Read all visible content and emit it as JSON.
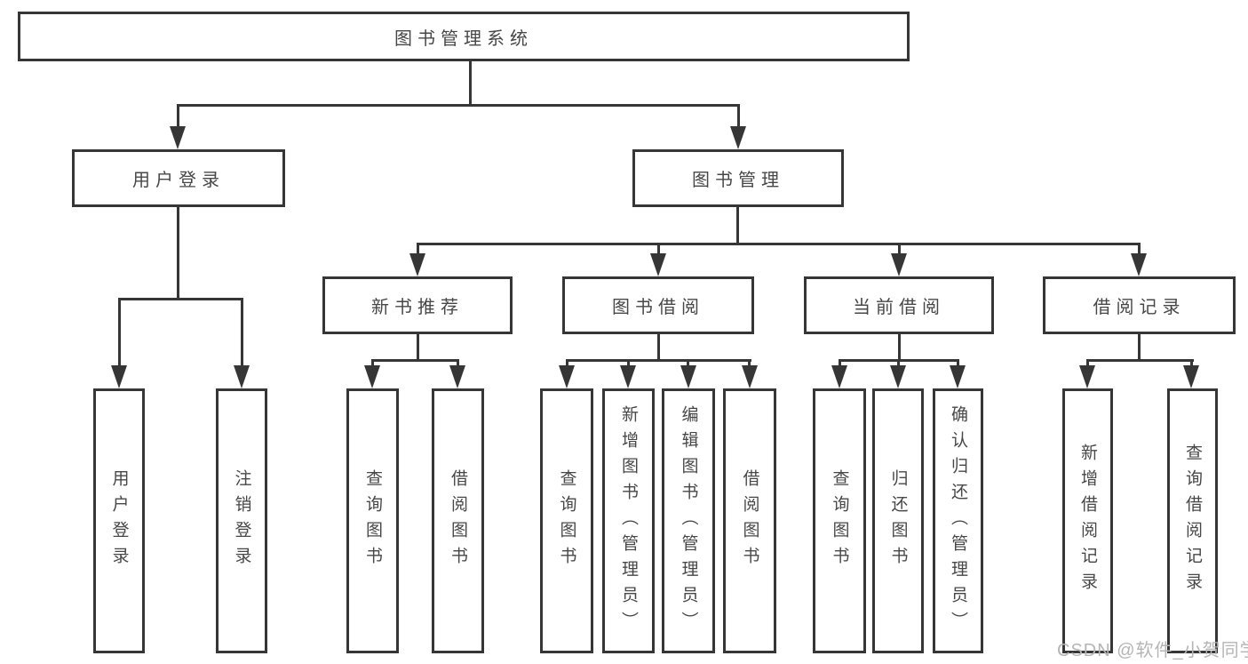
{
  "diagram": {
    "root": {
      "label": "图书管理系统"
    },
    "level2": [
      {
        "label": "用户登录"
      },
      {
        "label": "图书管理"
      }
    ],
    "level3": [
      {
        "label": "新书推荐"
      },
      {
        "label": "图书借阅"
      },
      {
        "label": "当前借阅"
      },
      {
        "label": "借阅记录"
      }
    ],
    "leaves": {
      "user_login": [
        "用户登录",
        "注销登录"
      ],
      "new_books": [
        "查询图书",
        "借阅图书"
      ],
      "borrow": [
        "查询图书",
        "新增图书（管理员）",
        "编辑图书（管理员）",
        "借阅图书"
      ],
      "current": [
        "查询图书",
        "归还图书",
        "确认归还（管理员）"
      ],
      "records": [
        "新增借阅记录",
        "查询借阅记录"
      ]
    }
  },
  "watermark": "CSDN @软件_小贺同学",
  "colors": {
    "line": "#363636",
    "text": "#474747",
    "background": "#ffffff",
    "watermark": "#b5b5b5"
  }
}
